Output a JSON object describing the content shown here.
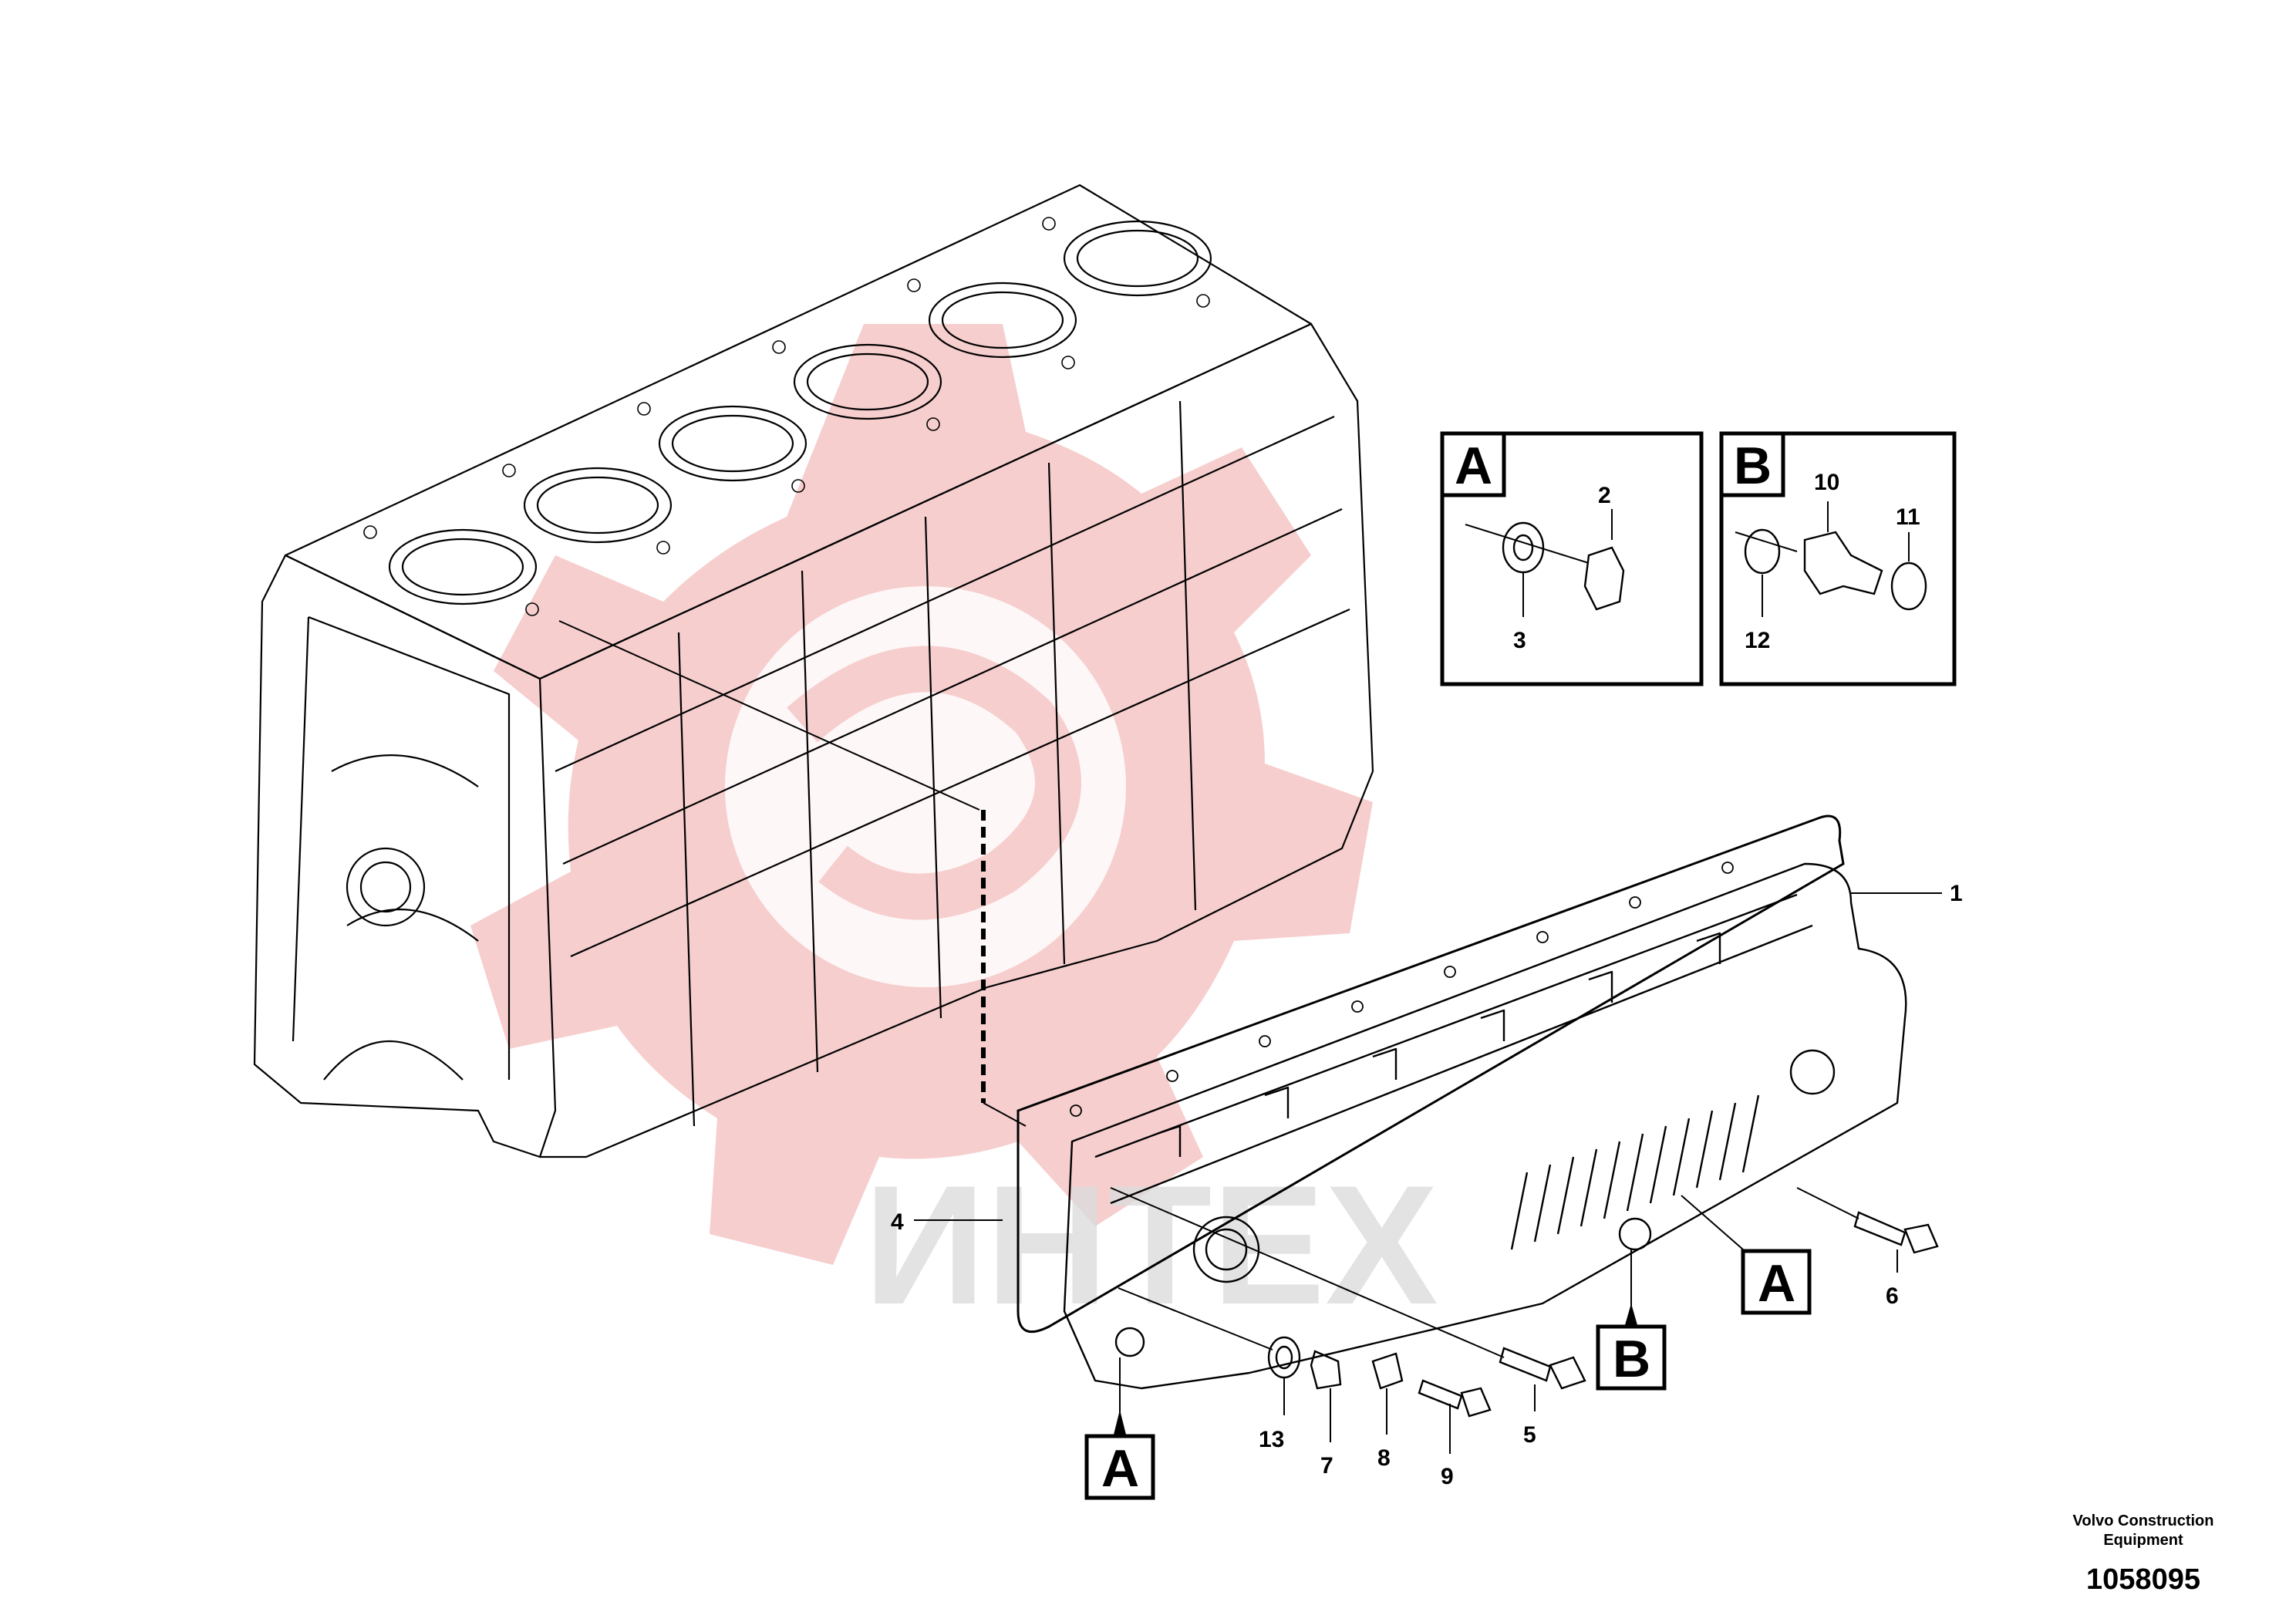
{
  "callouts": {
    "c1": "1",
    "c2": "2",
    "c3": "3",
    "c4": "4",
    "c5": "5",
    "c6": "6",
    "c7": "7",
    "c8": "8",
    "c9": "9",
    "c10": "10",
    "c11": "11",
    "c12": "12",
    "c13": "13"
  },
  "refs": {
    "inset_a": "A",
    "inset_b": "B",
    "ref_a_bottom": "A",
    "ref_a_right": "A",
    "ref_b": "B"
  },
  "footer": {
    "org": "Volvo Construction Equipment",
    "doc_number": "1058095"
  },
  "watermark": {
    "text": "ИНТЕХ"
  },
  "colors": {
    "line": "#000000",
    "watermark_red": "#f6c9c9",
    "watermark_gray": "#d9d9d9"
  }
}
